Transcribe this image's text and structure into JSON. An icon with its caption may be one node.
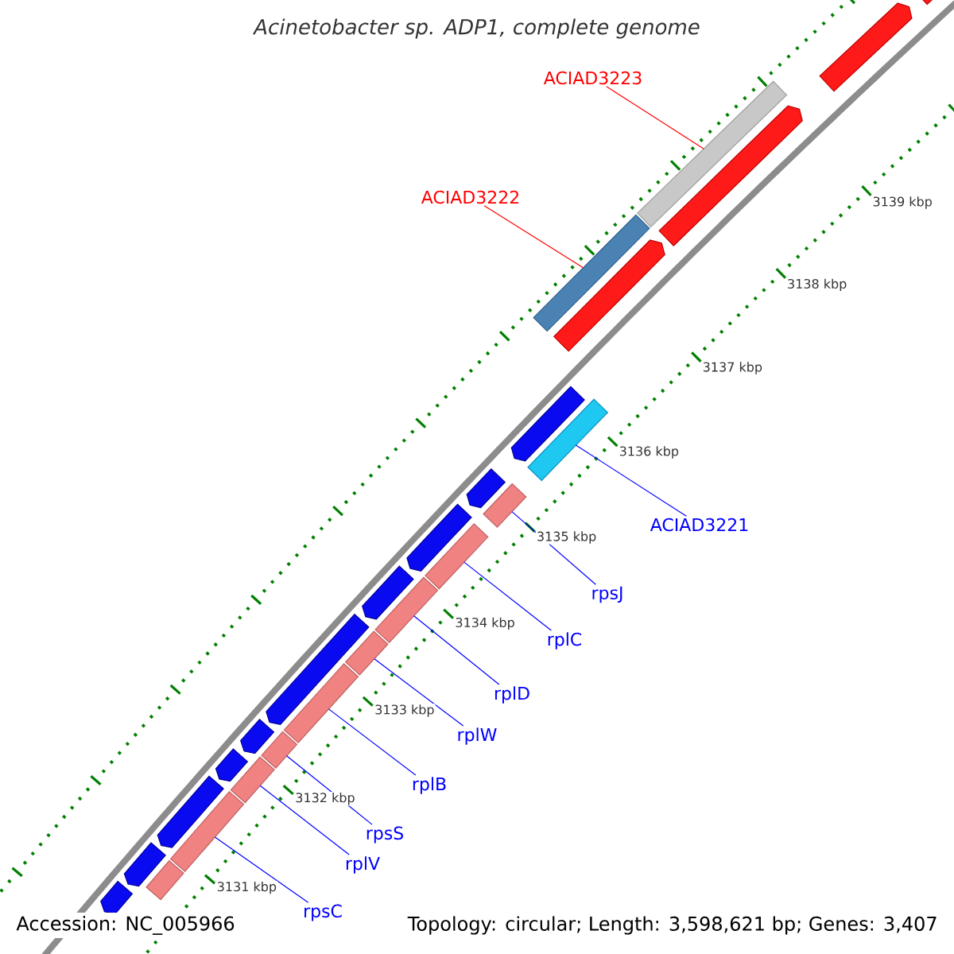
{
  "diagram": {
    "title": "Acinetobacter sp. ADP1, complete genome",
    "nodes": [
      {
        "text": [
          "ACIAD3223"
        ]
      },
      {
        "text": [
          "ACIAD3222"
        ]
      },
      {
        "text": [
          "ACIAD3221"
        ]
      },
      {
        "text": [
          "rpsJ"
        ]
      },
      {
        "text": [
          "rplC"
        ]
      },
      {
        "text": [
          "rplD"
        ]
      },
      {
        "text": [
          "rplW"
        ]
      },
      {
        "text": [
          "rplB"
        ]
      },
      {
        "text": [
          "rpsS"
        ]
      },
      {
        "text": [
          "rplV"
        ]
      },
      {
        "text": [
          "rpsC"
        ]
      },
      {
        "text": [],
        "shape": "bar"
      },
      {
        "text": [],
        "shape": "bar"
      },
      {
        "text": [],
        "shape": "bar"
      },
      {
        "text": [],
        "shape": "bar"
      },
      {
        "text": [],
        "shape": "bar"
      },
      {
        "text": [],
        "shape": "bar"
      },
      {
        "text": [],
        "shape": "bar"
      },
      {
        "text": [],
        "shape": "bar"
      },
      {
        "text": [],
        "shape": "bar"
      },
      {
        "text": [],
        "shape": "bar"
      },
      {
        "text": [],
        "shape": "bar"
      },
      {
        "text": [],
        "shape": "bar"
      },
      {
        "text": [],
        "shape": "arrow"
      },
      {
        "text": [],
        "shape": "arrow"
      },
      {
        "text": [],
        "shape": "arrow"
      },
      {
        "text": [],
        "shape": "arrow"
      },
      {
        "text": [],
        "shape": "arrow"
      },
      {
        "text": [],
        "shape": "arrow"
      },
      {
        "text": [],
        "shape": "arrow"
      },
      {
        "text": [],
        "shape": "arrow"
      },
      {
        "text": [],
        "shape": "arrow"
      },
      {
        "text": [],
        "shape": "arrow"
      },
      {
        "text": [],
        "shape": "arrow"
      },
      {
        "text": [],
        "shape": "arrow"
      },
      {
        "text": [],
        "shape": "arrow"
      },
      {
        "text": [],
        "shape": "arrow"
      }
    ],
    "edges": [
      {
        "from": 0,
        "to": 11,
        "arrow": "none",
        "color": "#ff0000"
      },
      {
        "from": 1,
        "to": 12,
        "arrow": "none",
        "color": "#ff0000"
      },
      {
        "from": 2,
        "to": 13,
        "arrow": "none"
      },
      {
        "from": 3,
        "to": 14,
        "arrow": "none"
      },
      {
        "from": 4,
        "to": 15,
        "arrow": "none"
      },
      {
        "from": 5,
        "to": 16,
        "arrow": "none"
      },
      {
        "from": 6,
        "to": 17,
        "arrow": "none"
      },
      {
        "from": 7,
        "to": 18,
        "arrow": "none"
      },
      {
        "from": 8,
        "to": 19,
        "arrow": "none"
      },
      {
        "from": 9,
        "to": 20,
        "arrow": "none"
      },
      {
        "from": 10,
        "to": 21,
        "arrow": "none"
      }
    ],
    "labels": [
      "3139 kbp",
      "3138 kbp",
      "3137 kbp",
      "3136 kbp",
      "3135 kbp",
      "3134 kbp",
      "3133 kbp",
      "3132 kbp",
      "3131 kbp",
      "Accession: NC_005966",
      "Topology: circular; Length: 3,598,621 bp; Genes: 3,407"
    ]
  }
}
